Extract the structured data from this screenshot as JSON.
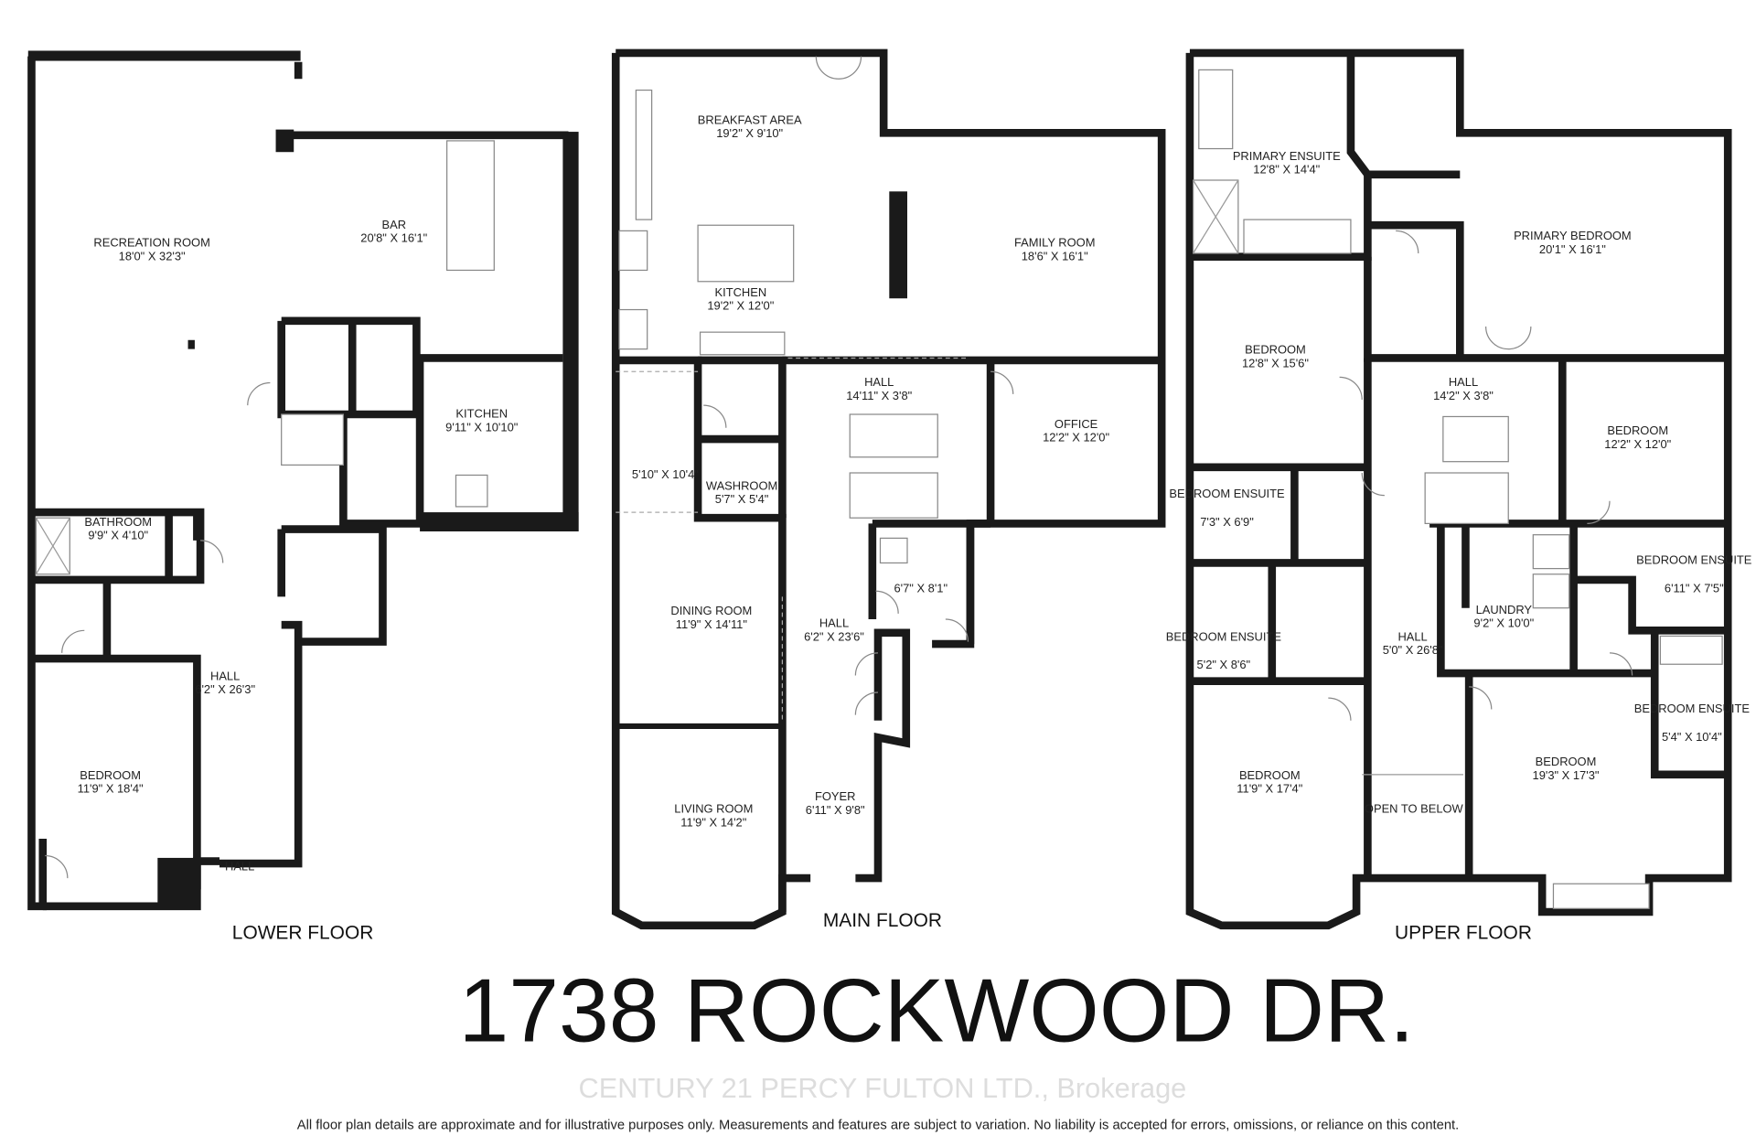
{
  "address": "1738 ROCKWOOD DR.",
  "watermark": "CENTURY 21 PERCY FULTON LTD., Brokerage",
  "disclaimer": "All floor plan details are approximate and for illustrative purposes only. Measurements and features are subject to variation. No liability is accepted for errors, omissions, or reliance on this content.",
  "floors": {
    "lower": {
      "label": "LOWER FLOOR",
      "rooms": [
        {
          "name": "RECREATION ROOM",
          "dims": "18'0\" X 32'3\""
        },
        {
          "name": "BAR",
          "dims": "20'8\" X 16'1\""
        },
        {
          "name": "KITCHEN",
          "dims": "9'11\" X 10'10\""
        },
        {
          "name": "BATHROOM",
          "dims": "9'9\" X 4'10\""
        },
        {
          "name": "HALL",
          "dims": "6'2\" X 26'3\""
        },
        {
          "name": "BEDROOM",
          "dims": "11'9\" X 18'4\""
        },
        {
          "name": "HALL",
          "dims": ""
        }
      ]
    },
    "main": {
      "label": "MAIN FLOOR",
      "rooms": [
        {
          "name": "BREAKFAST AREA",
          "dims": "19'2\" X 9'10\""
        },
        {
          "name": "KITCHEN",
          "dims": "19'2\" X 12'0\""
        },
        {
          "name": "FAMILY ROOM",
          "dims": "18'6\" X 16'1\""
        },
        {
          "name": "HALL",
          "dims": "14'11\" X 3'8\""
        },
        {
          "name": "OFFICE",
          "dims": "12'2\" X 12'0\""
        },
        {
          "name": "",
          "dims": "5'10\" X 10'4\""
        },
        {
          "name": "WASHROOM",
          "dims": "5'7\" X 5'4\""
        },
        {
          "name": "",
          "dims": "6'7\" X 8'1\""
        },
        {
          "name": "DINING ROOM",
          "dims": "11'9\" X 14'11\""
        },
        {
          "name": "HALL",
          "dims": "6'2\" X 23'6\""
        },
        {
          "name": "LIVING ROOM",
          "dims": "11'9\" X 14'2\""
        },
        {
          "name": "FOYER",
          "dims": "6'11\" X 9'8\""
        }
      ]
    },
    "upper": {
      "label": "UPPER FLOOR",
      "rooms": [
        {
          "name": "PRIMARY ENSUITE",
          "dims": "12'8\" X 14'4\""
        },
        {
          "name": "PRIMARY BEDROOM",
          "dims": "20'1\" X 16'1\""
        },
        {
          "name": "BEDROOM",
          "dims": "12'8\" X 15'6\""
        },
        {
          "name": "HALL",
          "dims": "14'2\" X 3'8\""
        },
        {
          "name": "BEDROOM",
          "dims": "12'2\" X 12'0\""
        },
        {
          "name": "BEDROOM ENSUITE",
          "dims": "7'3\" X 6'9\""
        },
        {
          "name": "BEDROOM ENSUITE",
          "dims": "6'11\" X 7'5\""
        },
        {
          "name": "LAUNDRY",
          "dims": "9'2\" X 10'0\""
        },
        {
          "name": "BEDROOM ENSUITE",
          "dims": "5'2\" X 8'6\""
        },
        {
          "name": "HALL",
          "dims": "5'0\" X 26'8\""
        },
        {
          "name": "BEDROOM ENSUITE",
          "dims": "5'4\" X 10'4\""
        },
        {
          "name": "BEDROOM",
          "dims": "11'9\" X 17'4\""
        },
        {
          "name": "BEDROOM",
          "dims": "19'3\" X 17'3\""
        },
        {
          "name": "OPEN TO BELOW",
          "dims": ""
        }
      ]
    }
  }
}
